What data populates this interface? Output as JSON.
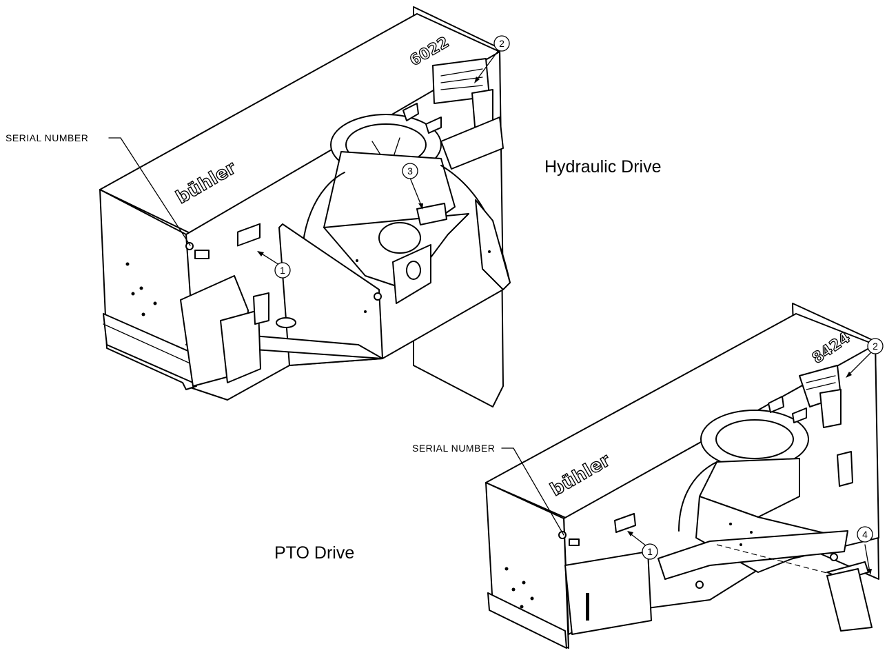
{
  "labels": {
    "serial_number_top": "SERIAL NUMBER",
    "serial_number_bottom": "SERIAL NUMBER",
    "hydraulic_drive": "Hydraulic Drive",
    "pto_drive": "PTO Drive"
  },
  "brand_text": {
    "top": "bühler",
    "bottom": "bühler"
  },
  "model_numbers": {
    "top": "6022",
    "bottom": "8424"
  },
  "callouts": {
    "top": [
      "1",
      "2",
      "3"
    ],
    "bottom": [
      "1",
      "2",
      "4"
    ]
  }
}
